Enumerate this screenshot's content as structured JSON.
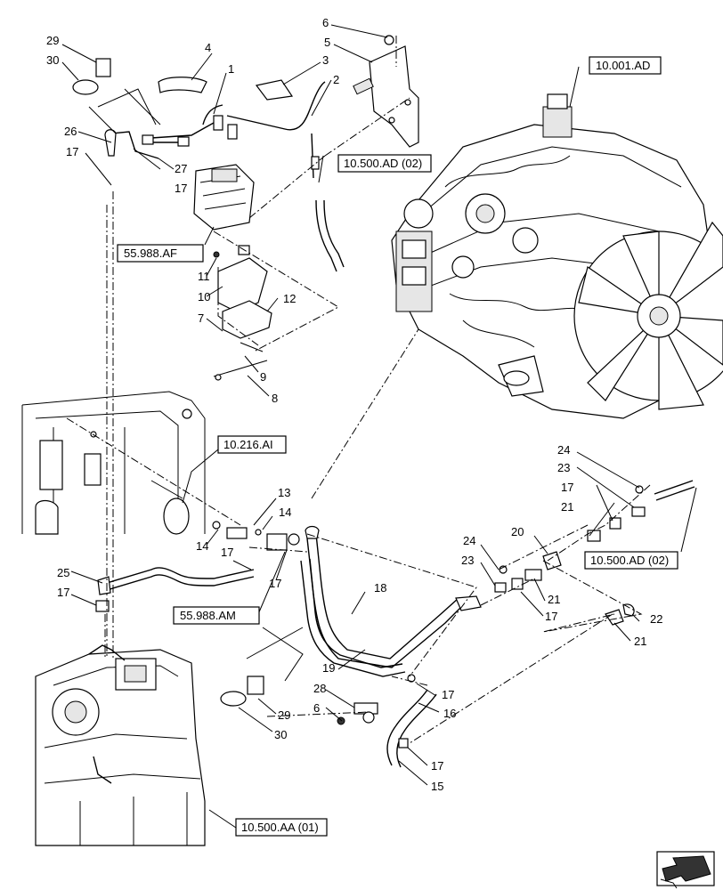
{
  "references": [
    {
      "id": "r1",
      "text": "10.001.AD"
    },
    {
      "id": "r2",
      "text": "10.500.AD (02)"
    },
    {
      "id": "r3",
      "text": "55.988.AF"
    },
    {
      "id": "r4",
      "text": "10.216.AI"
    },
    {
      "id": "r5",
      "text": "10.500.AD (02)"
    },
    {
      "id": "r6",
      "text": "55.988.AM"
    },
    {
      "id": "r7",
      "text": "10.500.AA (01)"
    }
  ],
  "callouts": [
    "1",
    "2",
    "3",
    "4",
    "5",
    "6",
    "7",
    "8",
    "9",
    "10",
    "11",
    "12",
    "13",
    "14",
    "15",
    "16",
    "17",
    "18",
    "19",
    "20",
    "21",
    "22",
    "23",
    "24",
    "25",
    "26",
    "27",
    "28",
    "29",
    "30"
  ],
  "nav_icon": "arrow-back-icon"
}
